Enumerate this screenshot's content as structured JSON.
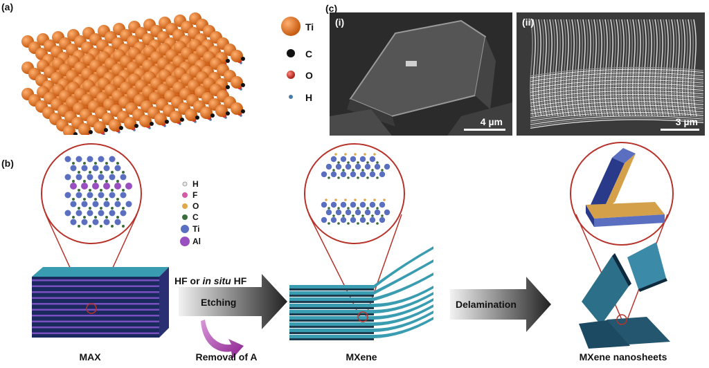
{
  "panels": {
    "a": "(a)",
    "b": "(b)",
    "c": "(c)",
    "c_i": "(i)",
    "c_ii": "(ii)"
  },
  "legend_a": [
    {
      "symbol": "Ti",
      "color": "#e5772a"
    },
    {
      "symbol": "C",
      "color": "#111111"
    },
    {
      "symbol": "O",
      "color": "#d6342b"
    },
    {
      "symbol": "H",
      "color": "#4a7aa8"
    }
  ],
  "legend_b": [
    {
      "symbol": "H",
      "color": "#cfcfcf"
    },
    {
      "symbol": "F",
      "color": "#d25aa8"
    },
    {
      "symbol": "O",
      "color": "#e0a84a"
    },
    {
      "symbol": "C",
      "color": "#3b6d3a"
    },
    {
      "symbol": "Ti",
      "color": "#5b6fc0"
    },
    {
      "symbol": "Al",
      "color": "#9a4fc1"
    }
  ],
  "sem": {
    "scale_i": "4 µm",
    "scale_ii": "3 µm"
  },
  "process": {
    "hf_prefix": "HF or ",
    "hf_italic": "in situ",
    "hf_suffix": " HF",
    "etching": "Etching",
    "delamination": "Delamination",
    "removal": "Removal of A"
  },
  "captions": {
    "max": "MAX",
    "mxene": "MXene",
    "nanosheets": "MXene nanosheets"
  },
  "colors": {
    "teal": "#3a8aa0",
    "navy": "#1a2a5e",
    "purple_stripe": "#7a4fc0",
    "lens": "#b7322a",
    "arrow_purple": "#b03ab8"
  }
}
